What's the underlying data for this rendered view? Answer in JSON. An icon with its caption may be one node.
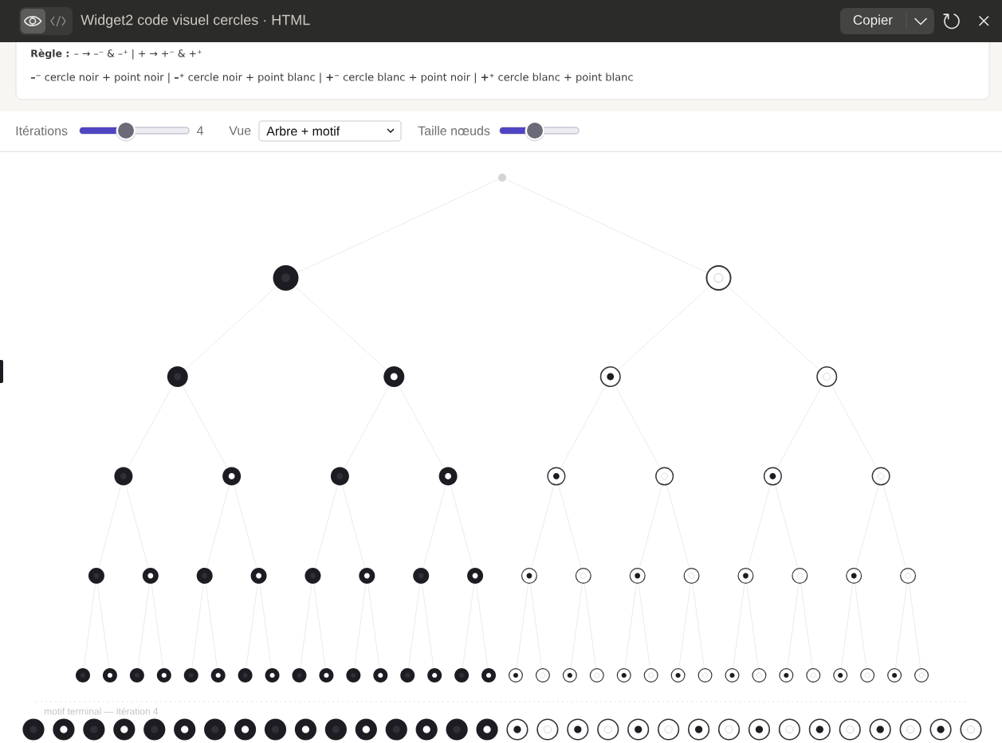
{
  "diagram": {
    "title": "Widget2 code visuel cercles · HTML",
    "nodes": [
      {
        "text": [],
        "shape": "dot"
      },
      {
        "text": [],
        "shape": "disc"
      },
      {
        "text": [],
        "shape": "circle"
      },
      {
        "text": [],
        "shape": "disc"
      },
      {
        "text": [],
        "shape": "ring"
      },
      {
        "text": [],
        "shape": "bullseye"
      },
      {
        "text": [],
        "shape": "circle"
      },
      {
        "text": [],
        "shape": "disc"
      },
      {
        "text": [],
        "shape": "ring"
      },
      {
        "text": [],
        "shape": "disc"
      },
      {
        "text": [],
        "shape": "ring"
      },
      {
        "text": [],
        "shape": "bullseye"
      },
      {
        "text": [],
        "shape": "circle"
      },
      {
        "text": [],
        "shape": "bullseye"
      },
      {
        "text": [],
        "shape": "circle"
      },
      {
        "text": [],
        "shape": "disc"
      },
      {
        "text": [],
        "shape": "ring"
      },
      {
        "text": [],
        "shape": "disc"
      },
      {
        "text": [],
        "shape": "ring"
      },
      {
        "text": [],
        "shape": "disc"
      },
      {
        "text": [],
        "shape": "ring"
      },
      {
        "text": [],
        "shape": "disc"
      },
      {
        "text": [],
        "shape": "ring"
      },
      {
        "text": [],
        "shape": "bullseye"
      },
      {
        "text": [],
        "shape": "circle"
      },
      {
        "text": [],
        "shape": "bullseye"
      },
      {
        "text": [],
        "shape": "circle"
      },
      {
        "text": [],
        "shape": "bullseye"
      },
      {
        "text": [],
        "shape": "circle"
      },
      {
        "text": [],
        "shape": "bullseye"
      },
      {
        "text": [],
        "shape": "circle"
      },
      {
        "text": [],
        "shape": "disc"
      },
      {
        "text": [],
        "shape": "ring"
      },
      {
        "text": [],
        "shape": "disc"
      },
      {
        "text": [],
        "shape": "ring"
      },
      {
        "text": [],
        "shape": "disc"
      },
      {
        "text": [],
        "shape": "ring"
      },
      {
        "text": [],
        "shape": "disc"
      },
      {
        "text": [],
        "shape": "ring"
      },
      {
        "text": [],
        "shape": "disc"
      },
      {
        "text": [],
        "shape": "ring"
      },
      {
        "text": [],
        "shape": "disc"
      },
      {
        "text": [],
        "shape": "ring"
      },
      {
        "text": [],
        "shape": "disc"
      },
      {
        "text": [],
        "shape": "ring"
      },
      {
        "text": [],
        "shape": "disc"
      },
      {
        "text": [],
        "shape": "ring"
      },
      {
        "text": [],
        "shape": "bullseye"
      },
      {
        "text": [],
        "shape": "circle"
      },
      {
        "text": [],
        "shape": "bullseye"
      },
      {
        "text": [],
        "shape": "circle"
      },
      {
        "text": [],
        "shape": "bullseye"
      },
      {
        "text": [],
        "shape": "circle"
      },
      {
        "text": [],
        "shape": "bullseye"
      },
      {
        "text": [],
        "shape": "circle"
      },
      {
        "text": [],
        "shape": "bullseye"
      },
      {
        "text": [],
        "shape": "circle"
      },
      {
        "text": [],
        "shape": "bullseye"
      },
      {
        "text": [],
        "shape": "circle"
      },
      {
        "text": [],
        "shape": "bullseye"
      },
      {
        "text": [],
        "shape": "circle"
      },
      {
        "text": [],
        "shape": "bullseye"
      },
      {
        "text": [],
        "shape": "circle"
      },
      {
        "text": [],
        "shape": "disc"
      },
      {
        "text": [],
        "shape": "ring"
      },
      {
        "text": [],
        "shape": "disc"
      },
      {
        "text": [],
        "shape": "ring"
      },
      {
        "text": [],
        "shape": "disc"
      },
      {
        "text": [],
        "shape": "ring"
      },
      {
        "text": [],
        "shape": "disc"
      },
      {
        "text": [],
        "shape": "ring"
      },
      {
        "text": [],
        "shape": "disc"
      },
      {
        "text": [],
        "shape": "ring"
      },
      {
        "text": [],
        "shape": "disc"
      },
      {
        "text": [],
        "shape": "ring"
      },
      {
        "text": [],
        "shape": "disc"
      },
      {
        "text": [],
        "shape": "ring"
      },
      {
        "text": [],
        "shape": "disc"
      },
      {
        "text": [],
        "shape": "ring"
      },
      {
        "text": [],
        "shape": "bullseye"
      },
      {
        "text": [],
        "shape": "circle"
      },
      {
        "text": [],
        "shape": "bullseye"
      },
      {
        "text": [],
        "shape": "circle"
      },
      {
        "text": [],
        "shape": "bullseye"
      },
      {
        "text": [],
        "shape": "circle"
      },
      {
        "text": [],
        "shape": "bullseye"
      },
      {
        "text": [],
        "shape": "circle"
      },
      {
        "text": [],
        "shape": "bullseye"
      },
      {
        "text": [],
        "shape": "circle"
      },
      {
        "text": [],
        "shape": "bullseye"
      },
      {
        "text": [],
        "shape": "circle"
      },
      {
        "text": [],
        "shape": "bullseye"
      },
      {
        "text": [],
        "shape": "circle"
      },
      {
        "text": [],
        "shape": "bullseye"
      },
      {
        "text": [],
        "shape": "circle"
      }
    ],
    "edges": [
      {
        "from": 0,
        "to": 1,
        "arrow": "none"
      },
      {
        "from": 0,
        "to": 2,
        "arrow": "none"
      },
      {
        "from": 1,
        "to": 3,
        "arrow": "none"
      },
      {
        "from": 1,
        "to": 4,
        "arrow": "none"
      },
      {
        "from": 2,
        "to": 5,
        "arrow": "none"
      },
      {
        "from": 2,
        "to": 6,
        "arrow": "none"
      },
      {
        "from": 3,
        "to": 7,
        "arrow": "none"
      },
      {
        "from": 3,
        "to": 8,
        "arrow": "none"
      },
      {
        "from": 4,
        "to": 9,
        "arrow": "none"
      },
      {
        "from": 4,
        "to": 10,
        "arrow": "none"
      },
      {
        "from": 5,
        "to": 11,
        "arrow": "none"
      },
      {
        "from": 5,
        "to": 12,
        "arrow": "none"
      },
      {
        "from": 6,
        "to": 13,
        "arrow": "none"
      },
      {
        "from": 6,
        "to": 14,
        "arrow": "none"
      },
      {
        "from": 7,
        "to": 15,
        "arrow": "none"
      },
      {
        "from": 7,
        "to": 16,
        "arrow": "none"
      },
      {
        "from": 8,
        "to": 17,
        "arrow": "none"
      },
      {
        "from": 8,
        "to": 18,
        "arrow": "none"
      },
      {
        "from": 9,
        "to": 19,
        "arrow": "none"
      },
      {
        "from": 9,
        "to": 20,
        "arrow": "none"
      },
      {
        "from": 10,
        "to": 21,
        "arrow": "none"
      },
      {
        "from": 10,
        "to": 22,
        "arrow": "none"
      },
      {
        "from": 11,
        "to": 23,
        "arrow": "none"
      },
      {
        "from": 11,
        "to": 24,
        "arrow": "none"
      },
      {
        "from": 12,
        "to": 25,
        "arrow": "none"
      },
      {
        "from": 12,
        "to": 26,
        "arrow": "none"
      },
      {
        "from": 13,
        "to": 27,
        "arrow": "none"
      },
      {
        "from": 13,
        "to": 28,
        "arrow": "none"
      },
      {
        "from": 14,
        "to": 29,
        "arrow": "none"
      },
      {
        "from": 14,
        "to": 30,
        "arrow": "none"
      },
      {
        "from": 15,
        "to": 31,
        "arrow": "none"
      },
      {
        "from": 15,
        "to": 32,
        "arrow": "none"
      },
      {
        "from": 16,
        "to": 33,
        "arrow": "none"
      },
      {
        "from": 16,
        "to": 34,
        "arrow": "none"
      },
      {
        "from": 17,
        "to": 35,
        "arrow": "none"
      },
      {
        "from": 17,
        "to": 36,
        "arrow": "none"
      },
      {
        "from": 18,
        "to": 37,
        "arrow": "none"
      },
      {
        "from": 18,
        "to": 38,
        "arrow": "none"
      },
      {
        "from": 19,
        "to": 39,
        "arrow": "none"
      },
      {
        "from": 19,
        "to": 40,
        "arrow": "none"
      },
      {
        "from": 20,
        "to": 41,
        "arrow": "none"
      },
      {
        "from": 20,
        "to": 42,
        "arrow": "none"
      },
      {
        "from": 21,
        "to": 43,
        "arrow": "none"
      },
      {
        "from": 21,
        "to": 44,
        "arrow": "none"
      },
      {
        "from": 22,
        "to": 45,
        "arrow": "none"
      },
      {
        "from": 22,
        "to": 46,
        "arrow": "none"
      },
      {
        "from": 23,
        "to": 47,
        "arrow": "none"
      },
      {
        "from": 23,
        "to": 48,
        "arrow": "none"
      },
      {
        "from": 24,
        "to": 49,
        "arrow": "none"
      },
      {
        "from": 24,
        "to": 50,
        "arrow": "none"
      },
      {
        "from": 25,
        "to": 51,
        "arrow": "none"
      },
      {
        "from": 25,
        "to": 52,
        "arrow": "none"
      },
      {
        "from": 26,
        "to": 53,
        "arrow": "none"
      },
      {
        "from": 26,
        "to": 54,
        "arrow": "none"
      },
      {
        "from": 27,
        "to": 55,
        "arrow": "none"
      },
      {
        "from": 27,
        "to": 56,
        "arrow": "none"
      },
      {
        "from": 28,
        "to": 57,
        "arrow": "none"
      },
      {
        "from": 28,
        "to": 58,
        "arrow": "none"
      },
      {
        "from": 29,
        "to": 59,
        "arrow": "none"
      },
      {
        "from": 29,
        "to": 60,
        "arrow": "none"
      },
      {
        "from": 30,
        "to": 61,
        "arrow": "none"
      },
      {
        "from": 30,
        "to": 62,
        "arrow": "none"
      }
    ],
    "labels": [
      "Copier",
      "**Règle :** – → –⁻ & –⁺ | + → +⁻ & +⁺",
      "**–⁻** cercle noir + point noir | **–⁺** cercle noir + point blanc | **+⁻** cercle blanc + point noir | **+⁺** cercle blanc + point blanc",
      "Itérations",
      "4",
      "Vue",
      "Arbre + motif",
      "Taille nœuds",
      "motif terminal — itération 4"
    ]
  }
}
